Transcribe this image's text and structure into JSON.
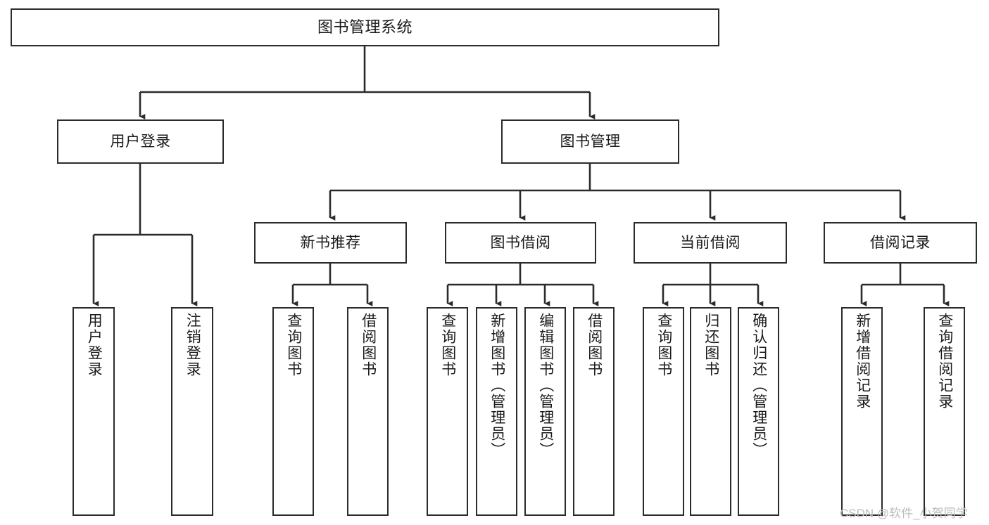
{
  "diagram": {
    "title": "图书管理系统",
    "type": "tree-hierarchy",
    "orientation": "top-down",
    "colors": {
      "background": "#ffffff",
      "node_border": "#2b2b2b",
      "node_fill": "#ffffff",
      "connector": "#2b2b2b",
      "text": "#1a1a1a",
      "watermark": "#bdbdbd"
    }
  },
  "root": {
    "label": "图书管理系统"
  },
  "level2": [
    {
      "label": "用户登录"
    },
    {
      "label": "图书管理"
    }
  ],
  "level3": [
    {
      "label": "新书推荐"
    },
    {
      "label": "图书借阅"
    },
    {
      "label": "当前借阅"
    },
    {
      "label": "借阅记录"
    }
  ],
  "leaves": {
    "user_login": [
      {
        "label": "用户登录"
      },
      {
        "label": "注销登录"
      }
    ],
    "new_book_recommend": [
      {
        "label": "查询图书"
      },
      {
        "label": "借阅图书"
      }
    ],
    "book_borrow": [
      {
        "label": "查询图书"
      },
      {
        "label": "新增图书（管理员）"
      },
      {
        "label": "编辑图书（管理员）"
      },
      {
        "label": "借阅图书"
      }
    ],
    "current_borrow": [
      {
        "label": "查询图书"
      },
      {
        "label": "归还图书"
      },
      {
        "label": "确认归还（管理员）"
      }
    ],
    "borrow_record": [
      {
        "label": "新增借阅记录"
      },
      {
        "label": "查询借阅记录"
      }
    ]
  },
  "watermark": {
    "text": "CSDN @软件_小贺同学"
  }
}
